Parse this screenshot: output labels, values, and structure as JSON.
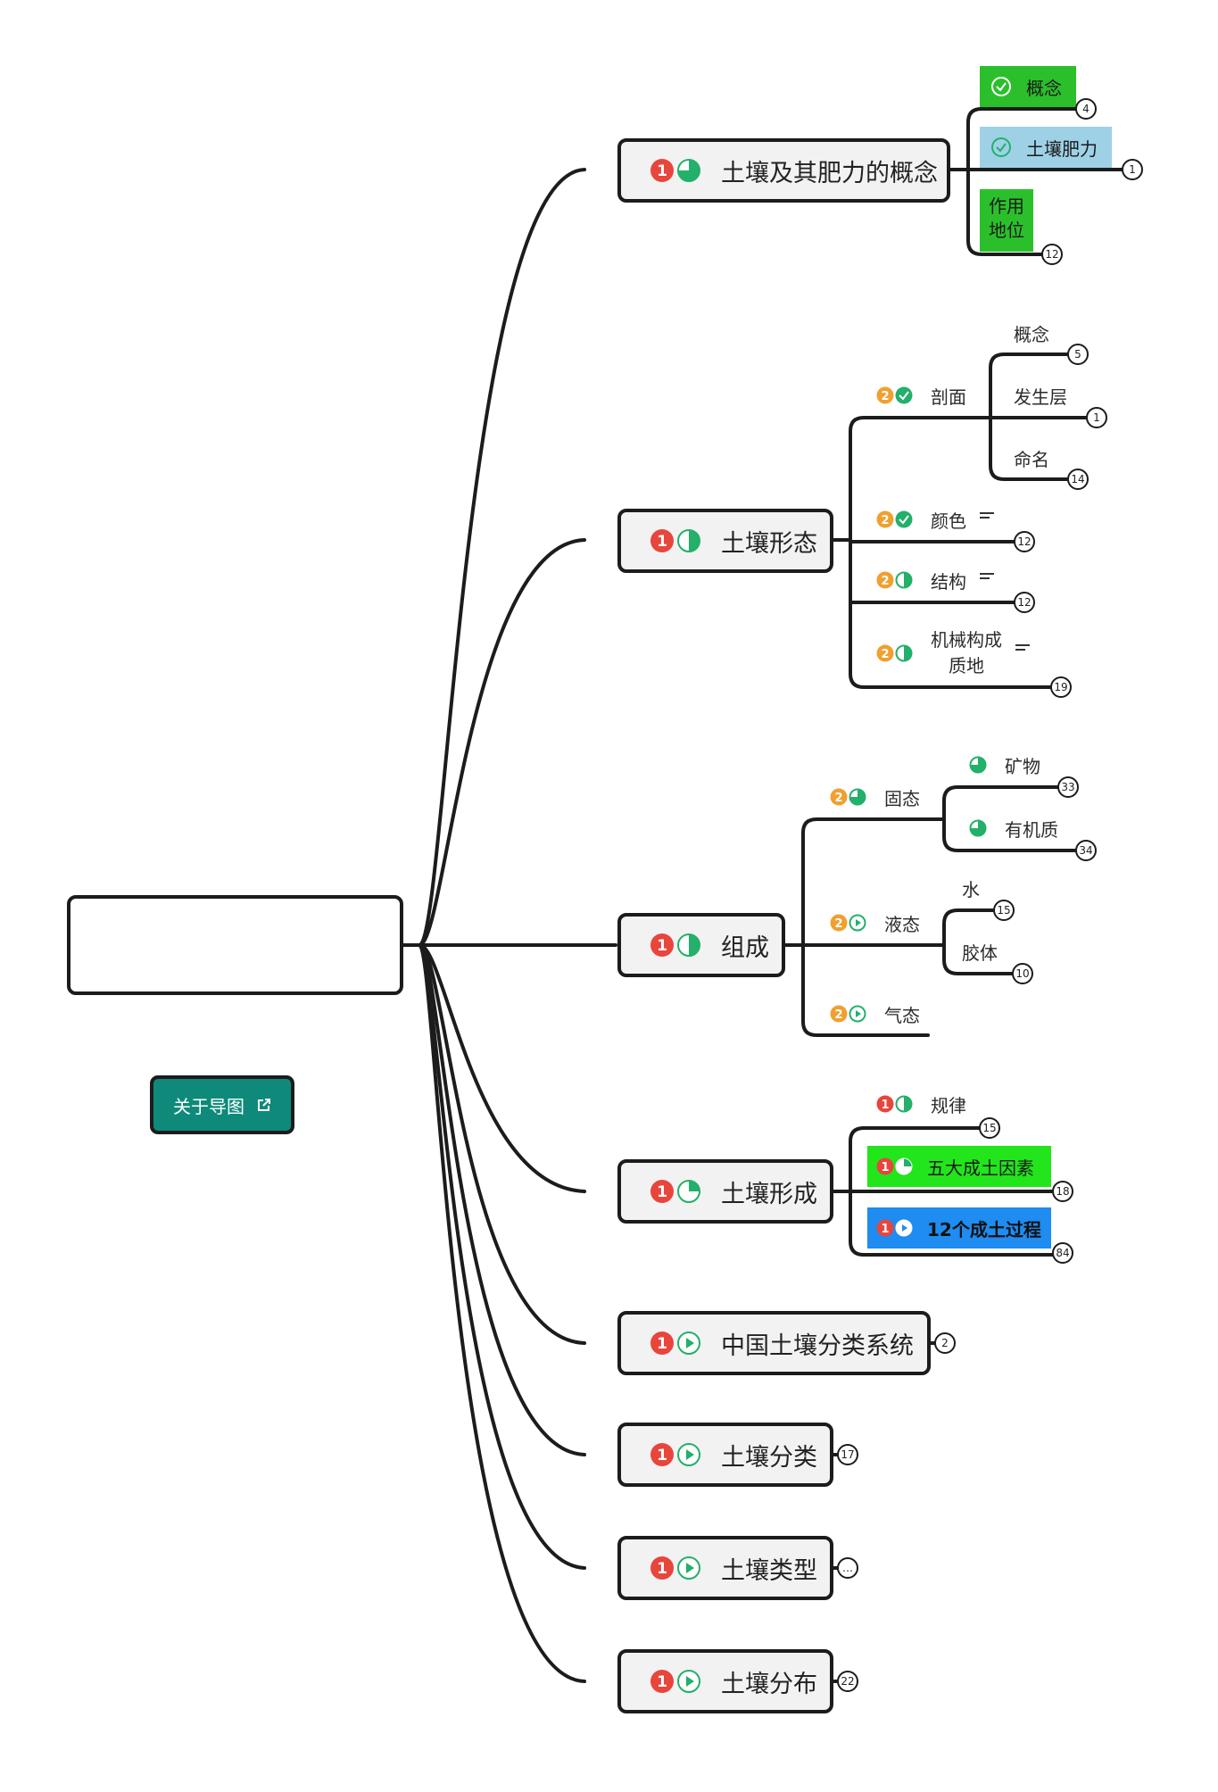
{
  "mindmap": {
    "root": {
      "label": ""
    },
    "about_button": {
      "label": "关于导图",
      "icon": "external-link-icon"
    },
    "branches": [
      {
        "label": "土壤及其肥力的概念",
        "icons": [
          "priority-1-icon",
          "progress-75-icon"
        ],
        "children": [
          {
            "label": "概念",
            "highlight": "#2bc02b",
            "icons": [
              "check-circle-icon"
            ],
            "badge": "4"
          },
          {
            "label": "土壤肥力",
            "highlight": "#9ed1e6",
            "icons": [
              "check-circle-icon"
            ],
            "badge": "1"
          },
          {
            "label": "作用\n地位",
            "highlight": "#2bc02b",
            "badge": "12"
          }
        ]
      },
      {
        "label": "土壤形态",
        "icons": [
          "priority-1-icon",
          "progress-50-icon"
        ],
        "children": [
          {
            "label": "剖面",
            "icons": [
              "priority-2-icon",
              "check-done-icon"
            ],
            "children": [
              {
                "label": "概念",
                "badge": "5"
              },
              {
                "label": "发生层",
                "badge": "1"
              },
              {
                "label": "命名",
                "badge": "14"
              }
            ]
          },
          {
            "label": "颜色",
            "icons": [
              "priority-2-icon",
              "check-done-icon"
            ],
            "notes": true,
            "badge": "12"
          },
          {
            "label": "结构",
            "icons": [
              "priority-2-icon",
              "progress-50-icon"
            ],
            "notes": true,
            "badge": "12"
          },
          {
            "label": "机械构成\n质地",
            "icons": [
              "priority-2-icon",
              "progress-50-icon"
            ],
            "notes": true,
            "badge": "19"
          }
        ]
      },
      {
        "label": "组成",
        "icons": [
          "priority-1-icon",
          "progress-50-icon"
        ],
        "children": [
          {
            "label": "固态",
            "icons": [
              "priority-2-icon",
              "progress-75-icon"
            ],
            "children": [
              {
                "label": "矿物",
                "icons": [
                  "progress-75-icon"
                ],
                "badge": "33"
              },
              {
                "label": "有机质",
                "icons": [
                  "progress-75-icon"
                ],
                "badge": "34"
              }
            ]
          },
          {
            "label": "液态",
            "icons": [
              "priority-2-icon",
              "play-icon"
            ],
            "children": [
              {
                "label": "水",
                "badge": "15"
              },
              {
                "label": "胶体",
                "badge": "10"
              }
            ]
          },
          {
            "label": "气态",
            "icons": [
              "priority-2-icon",
              "play-icon"
            ]
          }
        ]
      },
      {
        "label": "土壤形成",
        "icons": [
          "priority-1-icon",
          "progress-25-icon"
        ],
        "children": [
          {
            "label": "规律",
            "icons": [
              "priority-1-icon",
              "progress-50-icon"
            ],
            "badge": "15"
          },
          {
            "label": "五大成土因素",
            "highlight": "#22e51b",
            "icons": [
              "priority-1-icon",
              "progress-25-icon"
            ],
            "badge": "18"
          },
          {
            "label": "12个成土过程",
            "highlight": "#1e8cf0",
            "icons": [
              "priority-1-icon",
              "play-icon"
            ],
            "badge": "84"
          }
        ]
      },
      {
        "label": "中国土壤分类系统",
        "icons": [
          "priority-1-icon",
          "play-icon"
        ],
        "badge": "2"
      },
      {
        "label": "土壤分类",
        "icons": [
          "priority-1-icon",
          "play-icon"
        ],
        "badge": "17"
      },
      {
        "label": "土壤类型",
        "icons": [
          "priority-1-icon",
          "play-icon"
        ],
        "badge": "…"
      },
      {
        "label": "土壤分布",
        "icons": [
          "priority-1-icon",
          "play-icon"
        ],
        "badge": "22"
      }
    ]
  },
  "colors": {
    "line": "#1c1c1c",
    "priority_1": "#e8453c",
    "priority_2": "#f0a030",
    "progress": "#22b06a",
    "about_button": "#0f8a7a",
    "node_fill": "#f2f2f2"
  }
}
